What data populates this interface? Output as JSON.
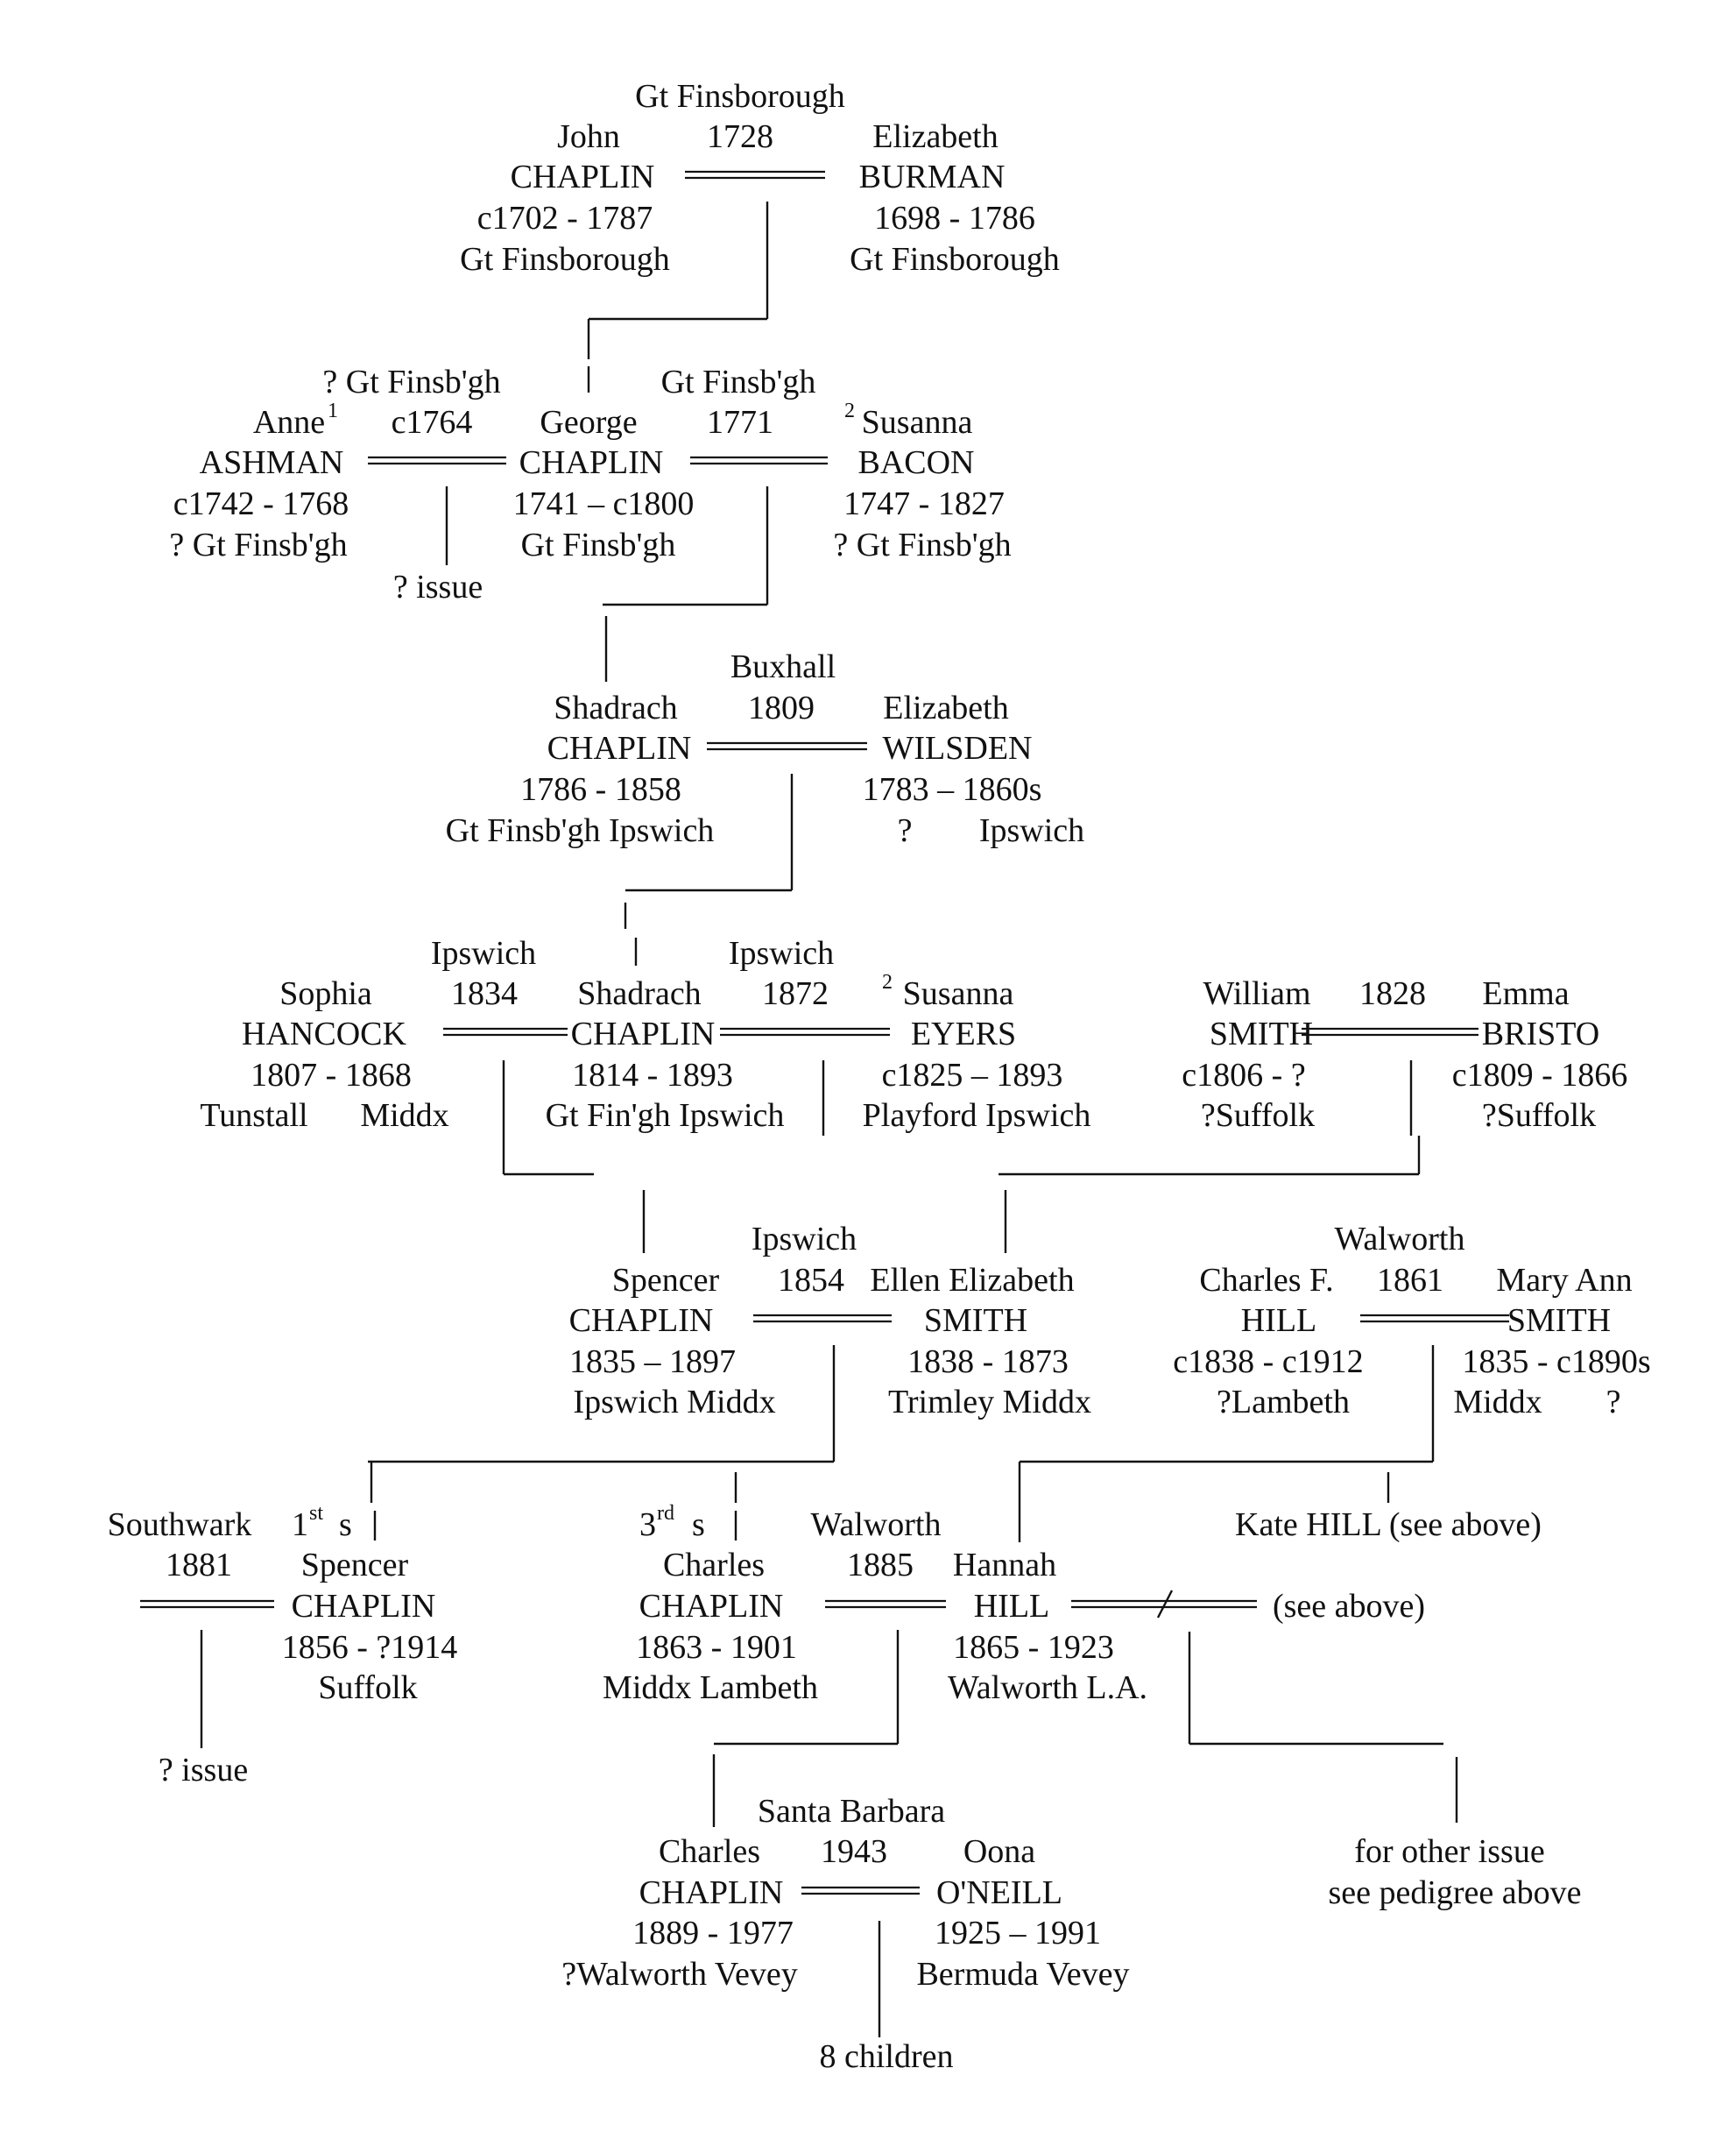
{
  "generations": [
    {
      "place": "Gt Finsborough",
      "year": "1728",
      "husband": {
        "given": "John",
        "surname": "CHAPLIN",
        "dates": "c1702 - 1787",
        "places": "Gt Finsborough"
      },
      "wife": {
        "given": "Elizabeth",
        "surname": "BURMAN",
        "dates": "1698 - 1786",
        "places": "Gt Finsborough"
      }
    },
    {
      "place_first": "? Gt Finsb'gh",
      "place_second": "Gt Finsb'gh",
      "year_first": "c1764",
      "year_second": "1771",
      "husband": {
        "given": "George",
        "surname": "CHAPLIN",
        "dates": "1741 – c1800",
        "places": "Gt Finsb'gh"
      },
      "first_wife": {
        "given": "Anne",
        "marker": "1",
        "surname": "ASHMAN",
        "dates": "c1742 - 1768",
        "places": "? Gt Finsb'gh",
        "issue": "? issue"
      },
      "second_wife": {
        "given": "Susanna",
        "marker": "2",
        "surname": "BACON",
        "dates": "1747 - 1827",
        "places": "? Gt Finsb'gh"
      }
    },
    {
      "place": "Buxhall",
      "year": "1809",
      "husband": {
        "given": "Shadrach",
        "surname": "CHAPLIN",
        "dates": "1786 - 1858",
        "places": "Gt Finsb'gh Ipswich"
      },
      "wife": {
        "given": "Elizabeth",
        "surname": "WILSDEN",
        "dates": "1783 – 1860s",
        "places_a": "?",
        "places_b": "Ipswich"
      }
    },
    {
      "place_first": "Ipswich",
      "place_second": "Ipswich",
      "year_first": "1834",
      "year_second": "1872",
      "husband": {
        "given": "Shadrach",
        "surname": "CHAPLIN",
        "dates": "1814 - 1893",
        "places": "Gt Fin'gh Ipswich"
      },
      "first_wife": {
        "given": "Sophia",
        "surname": "HANCOCK",
        "dates": "1807 - 1868",
        "places_a": "Tunstall",
        "places_b": "Middx"
      },
      "second_wife": {
        "given": "Susanna",
        "marker": "2",
        "surname": "EYERS",
        "dates": "c1825 – 1893",
        "places": "Playford Ipswich"
      }
    },
    {
      "year": "1828",
      "husband": {
        "given": "William",
        "surname": "SMITH",
        "dates": "c1806 - ?",
        "places": "?Suffolk"
      },
      "wife": {
        "given": "Emma",
        "surname": "BRISTO",
        "dates": "c1809 - 1866",
        "places": "?Suffolk"
      }
    },
    {
      "place": "Ipswich",
      "year": "1854",
      "husband": {
        "given": "Spencer",
        "surname": "CHAPLIN",
        "dates": "1835 – 1897",
        "places": "Ipswich Middx"
      },
      "wife": {
        "given": "Ellen Elizabeth",
        "surname": "SMITH",
        "dates": "1838 - 1873",
        "places": "Trimley Middx"
      }
    },
    {
      "place": "Walworth",
      "year": "1861",
      "husband": {
        "given": "Charles F.",
        "surname": "HILL",
        "dates": "c1838 - c1912",
        "places": "?Lambeth"
      },
      "wife": {
        "given": "Mary Ann",
        "surname": "SMITH",
        "dates": "1835 - c1890s",
        "places_a": "Middx",
        "places_b": "?"
      }
    },
    {
      "place": "Southwark",
      "year": "1881",
      "son_order": "1",
      "son_order_suffix": "st",
      "son_letter": "s",
      "husband": {
        "given": "Spencer",
        "surname": "CHAPLIN",
        "dates": "1856 - ?1914",
        "places": "Suffolk"
      },
      "issue": "? issue"
    },
    {
      "place": "Walworth",
      "year": "1885",
      "son_order": "3",
      "son_order_suffix": "rd",
      "son_letter": "s",
      "husband": {
        "given": "Charles",
        "surname": "CHAPLIN",
        "dates": "1863 - 1901",
        "places": "Middx Lambeth"
      },
      "wife": {
        "given": "Hannah",
        "surname": "HILL",
        "dates": "1865 - 1923",
        "places": "Walworth L.A."
      },
      "other_marriage": "(see above)",
      "sibling_note": "Kate HILL (see above)",
      "other_issue_1": "for other issue",
      "other_issue_2": "see pedigree above"
    },
    {
      "place": "Santa Barbara",
      "year": "1943",
      "husband": {
        "given": "Charles",
        "surname": "CHAPLIN",
        "dates": "1889 - 1977",
        "places": "?Walworth Vevey"
      },
      "wife": {
        "given": "Oona",
        "surname": "O'NEILL",
        "dates": "1925 – 1991",
        "places": "Bermuda Vevey"
      },
      "issue": "8 children"
    }
  ]
}
